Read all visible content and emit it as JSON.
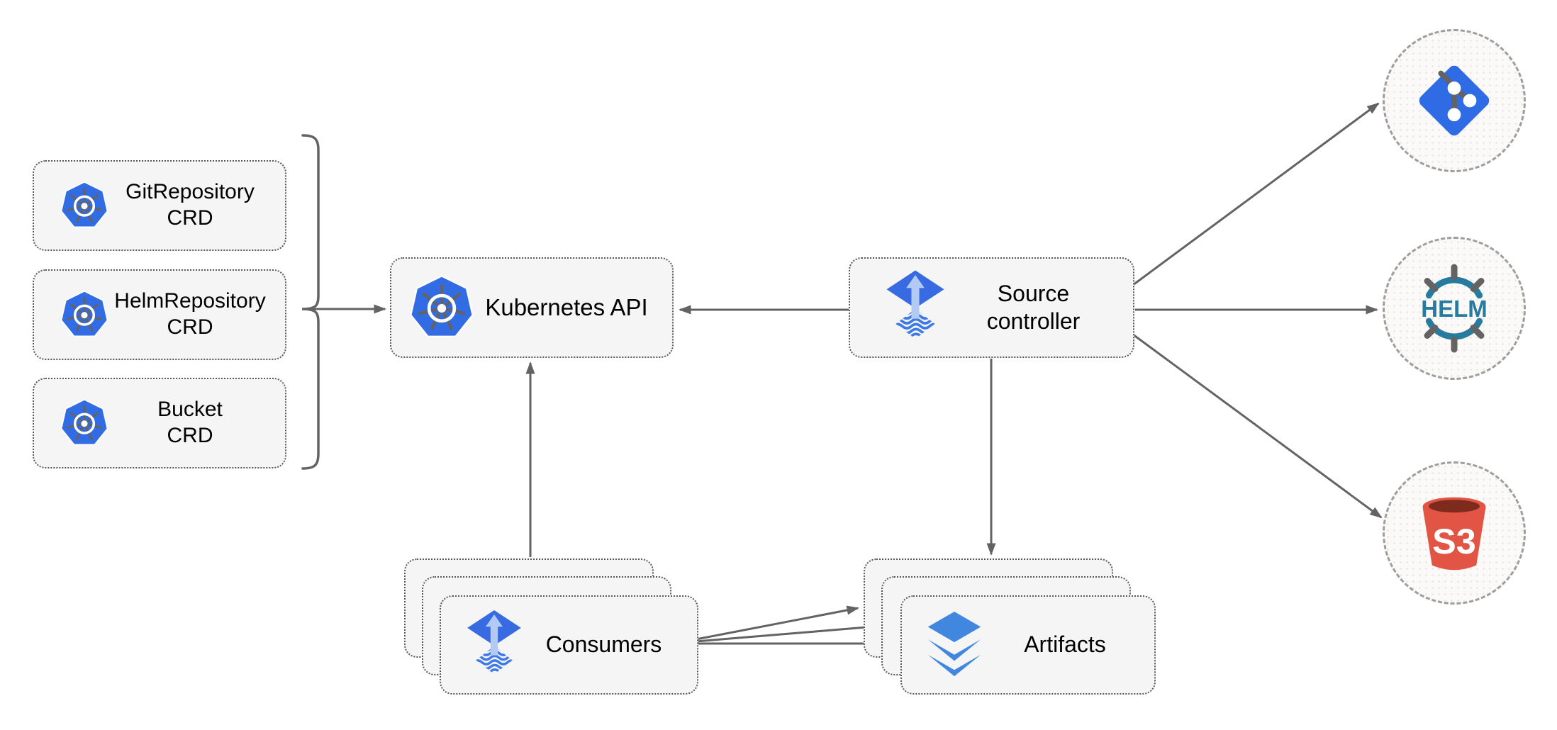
{
  "nodes": {
    "crd_git": {
      "line1": "GitRepository",
      "line2": "CRD"
    },
    "crd_helm": {
      "line1": "HelmRepository",
      "line2": "CRD"
    },
    "crd_bucket": {
      "line1": "Bucket",
      "line2": "CRD"
    },
    "kubernetes_api": {
      "label": "Kubernetes API"
    },
    "source_controller": {
      "line1": "Source",
      "line2": "controller"
    },
    "consumers": {
      "label": "Consumers"
    },
    "artifacts": {
      "label": "Artifacts"
    }
  },
  "externals": {
    "git": {
      "icon": "git-icon"
    },
    "helm": {
      "icon": "helm-icon",
      "label": "HELM"
    },
    "s3": {
      "icon": "s3-bucket-icon",
      "label": "S3"
    }
  },
  "colors": {
    "kubernetes_blue": "#326CE5",
    "flux_blue": "#386BE2",
    "flux_arrow_light": "#B3CBF4",
    "layers_blue": "#4187E0",
    "git_blue": "#2F6BE4",
    "helm_teal": "#277B9E",
    "s3_red": "#E25444",
    "s3_dark": "#7E2B1D",
    "connector_gray": "#636363",
    "node_fill": "#F5F5F5",
    "node_border": "#595959",
    "circle_border": "#9E9E9E",
    "text": "#000000"
  }
}
